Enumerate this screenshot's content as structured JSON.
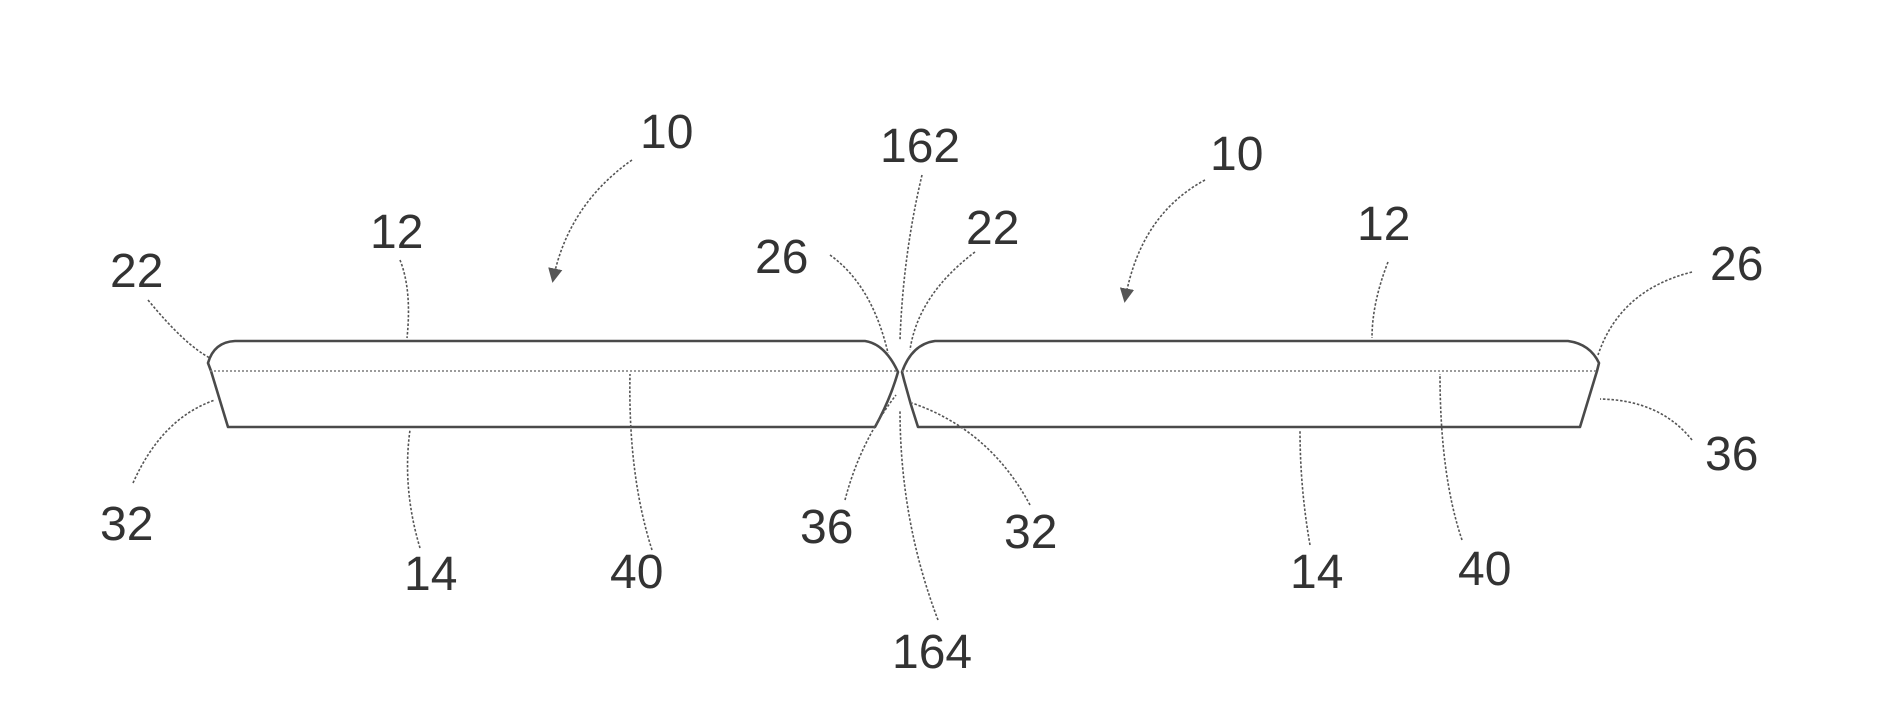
{
  "labels": {
    "left_board": {
      "ref": "10",
      "top_surface": "12",
      "bottom_surface": "14",
      "left_upper_edge": "22",
      "left_lower_edge": "32",
      "right_upper_edge": "26",
      "right_lower_edge": "36",
      "mid_plane": "40"
    },
    "right_board": {
      "ref": "10",
      "top_surface": "12",
      "bottom_surface": "14",
      "left_upper_edge": "22",
      "left_lower_edge": "32",
      "right_upper_edge": "26",
      "right_lower_edge": "36",
      "mid_plane": "40"
    },
    "joint_top": "162",
    "joint_bottom": "164"
  }
}
